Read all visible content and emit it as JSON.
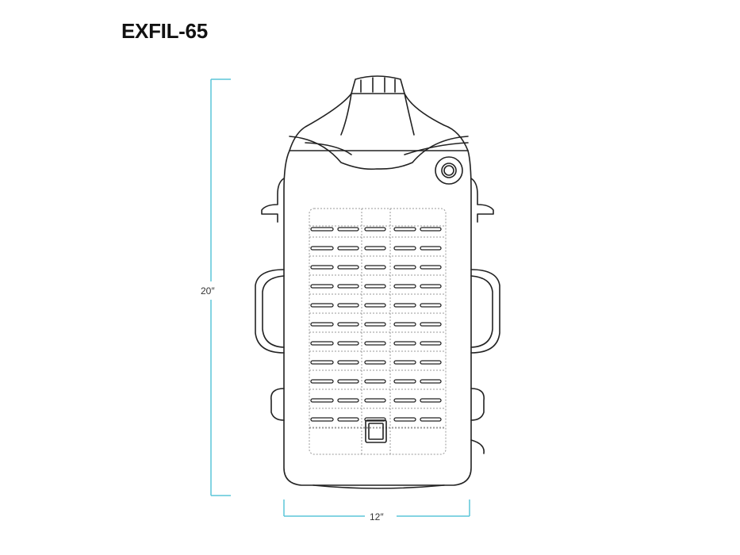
{
  "title": "EXFIL-65",
  "dimensions": {
    "height_label": "20″",
    "width_label": "12″"
  },
  "colors": {
    "dimension_line": "#5bc6d9",
    "outline": "#222222",
    "dotted": "#999999"
  }
}
